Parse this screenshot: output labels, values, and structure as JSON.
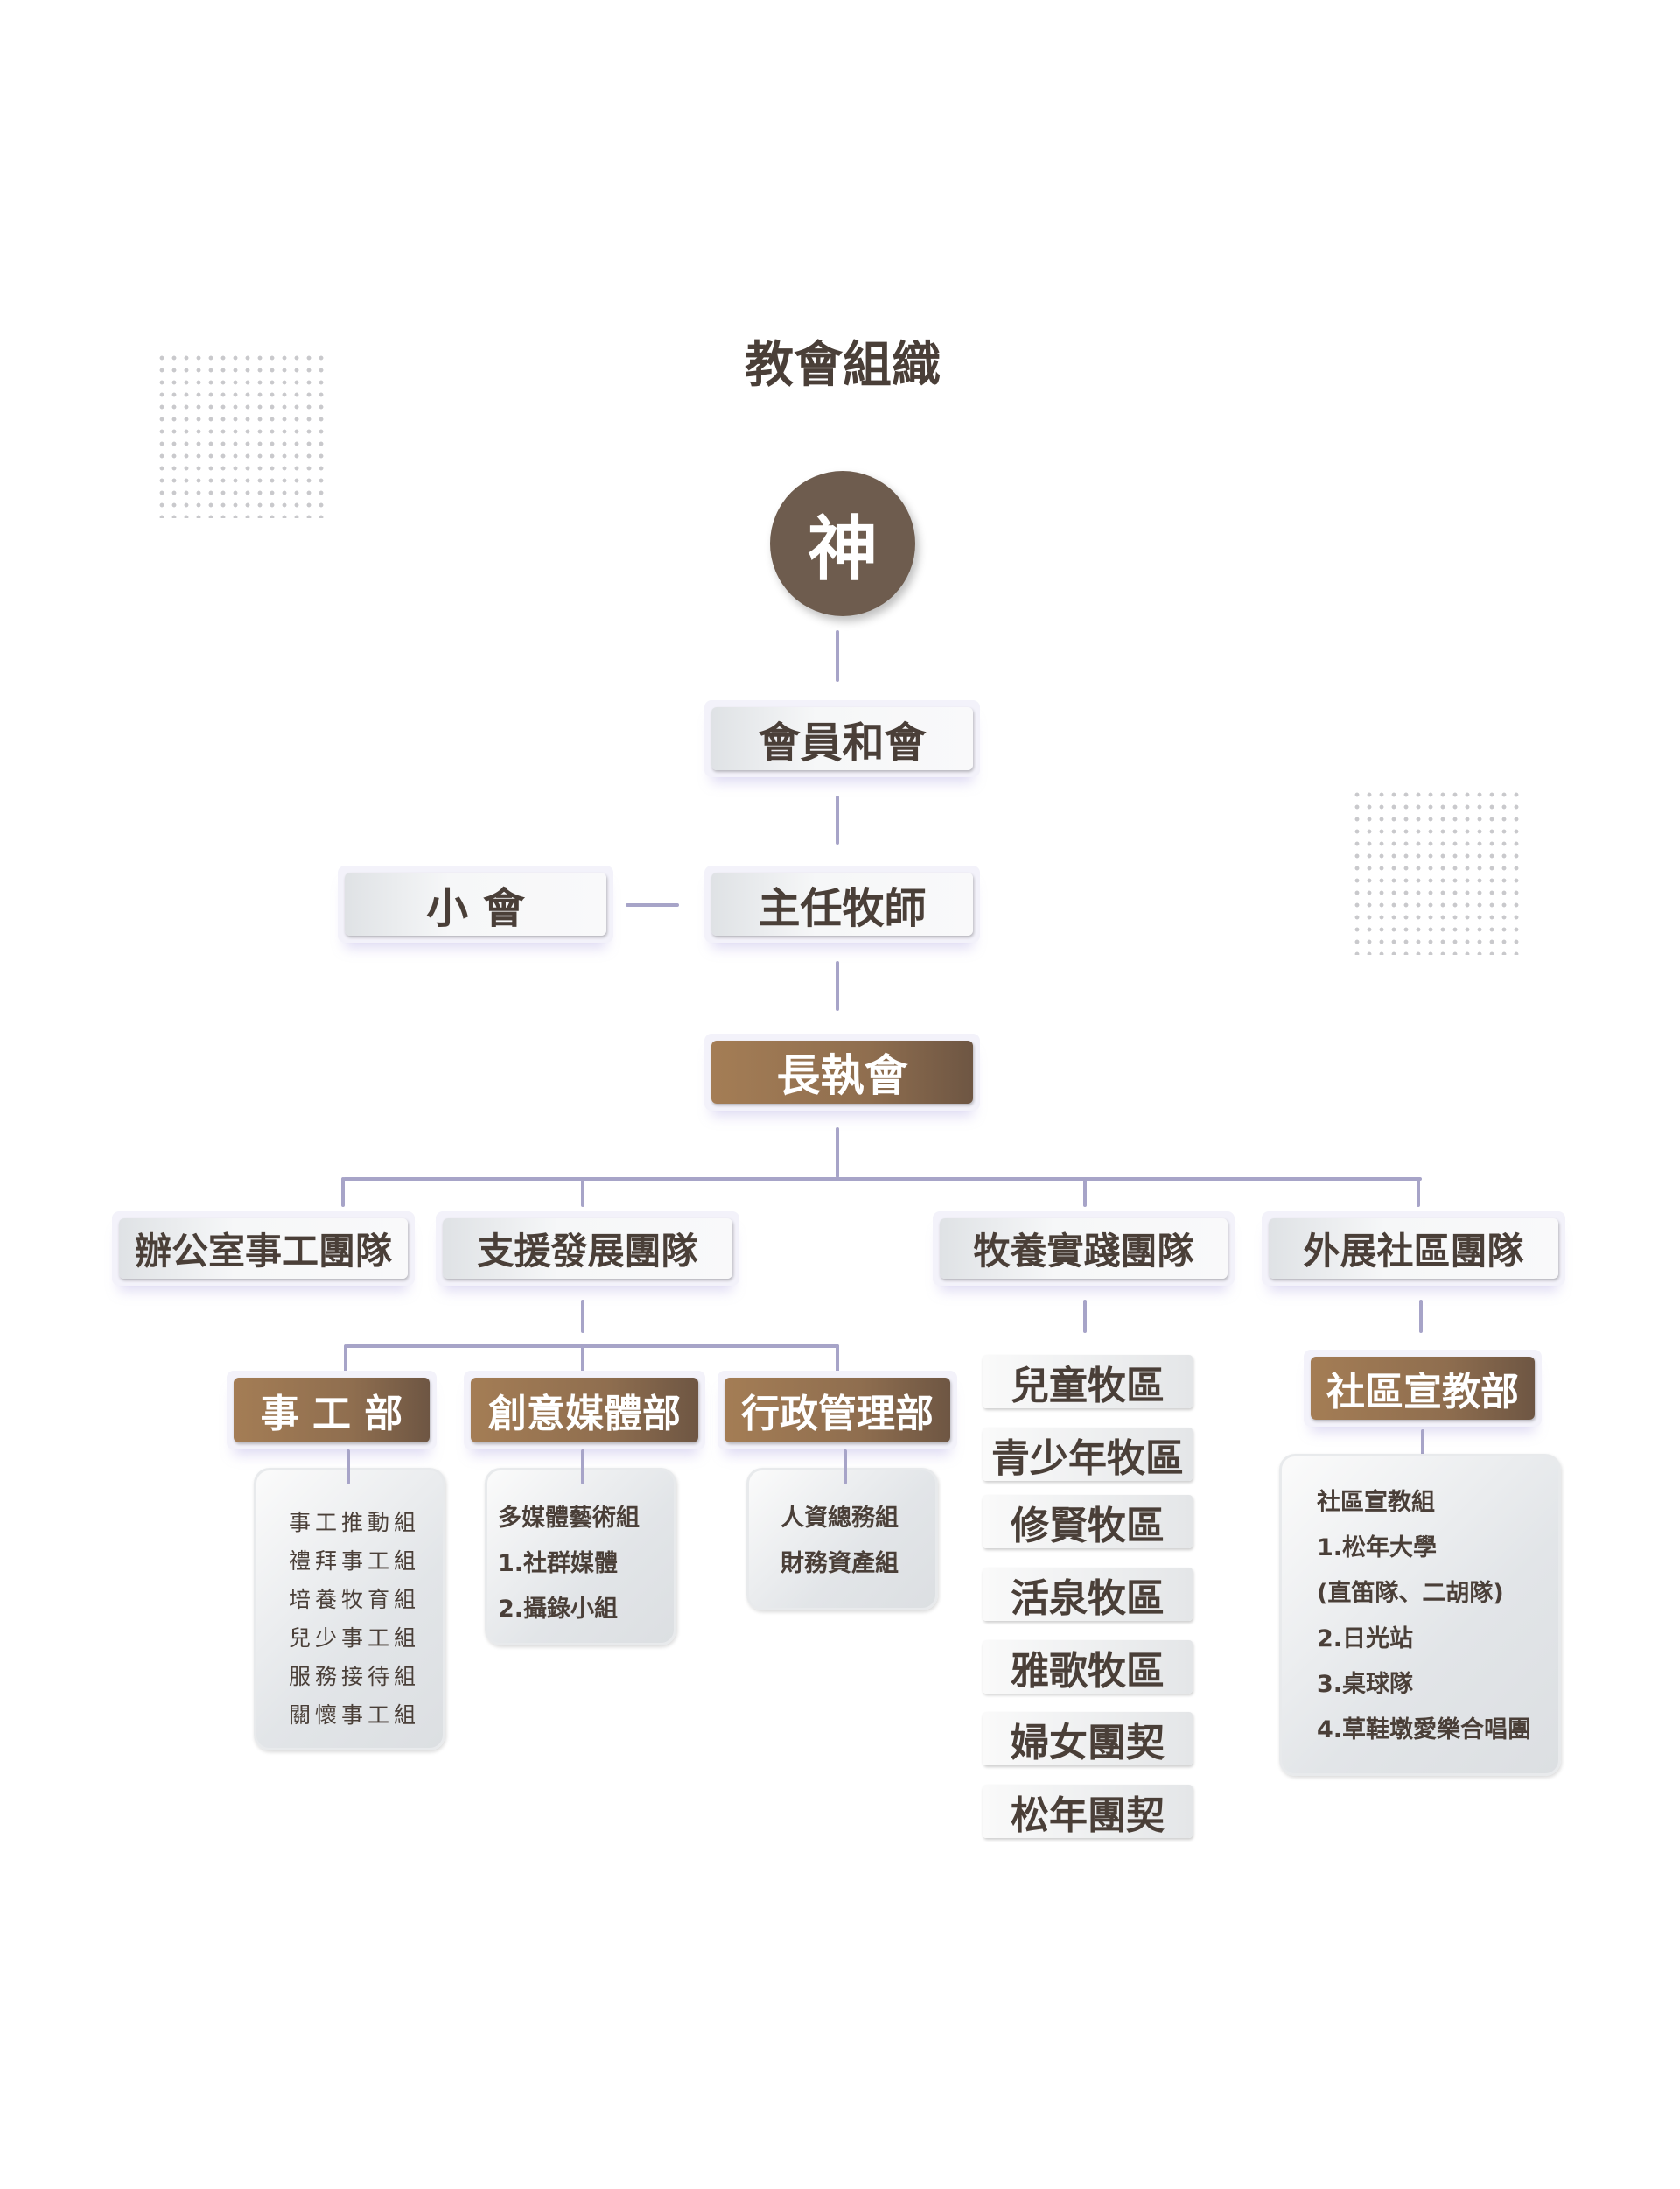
{
  "title": "教會組織",
  "root": "神",
  "level1": "會員和會",
  "level2": "主任牧師",
  "side": "小 會",
  "level3": "長執會",
  "teams": [
    "辦公室事工團隊",
    "支援發展團隊",
    "牧養實踐團隊",
    "外展社區團隊"
  ],
  "support_depts": [
    {
      "name": "事 工 部",
      "items": [
        "事工推動組",
        "禮拜事工組",
        "培養牧育組",
        "兒少事工組",
        "服務接待組",
        "關懷事工組"
      ]
    },
    {
      "name": "創意媒體部",
      "items": [
        "多媒體藝術組",
        "1.社群媒體",
        "2.攝錄小組"
      ]
    },
    {
      "name": "行政管理部",
      "items": [
        "人資總務組",
        "財務資產組"
      ]
    }
  ],
  "pastoral": [
    "兒童牧區",
    "青少年牧區",
    "修賢牧區",
    "活泉牧區",
    "雅歌牧區",
    "婦女團契",
    "松年團契"
  ],
  "outreach": {
    "name": "社區宣教部",
    "items": [
      "社區宣教組",
      "1.松年大學",
      "(直笛隊、二胡隊)",
      "2.日光站",
      "3.桌球隊",
      "4.草鞋墩愛樂合唱團"
    ]
  },
  "colors": {
    "brown": "#8f6e4f",
    "circle": "#6e5c4e",
    "line": "#a7a4c8",
    "text": "#4a3f38"
  }
}
